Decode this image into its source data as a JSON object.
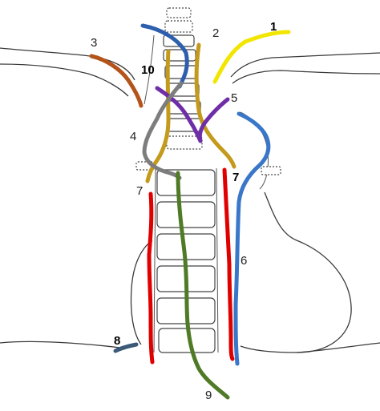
{
  "labels": {
    "l1": "1",
    "l2": "2",
    "l3": "3",
    "l4": "4",
    "l5": "5",
    "l6": "6",
    "l7_left": "7",
    "l7_right": "7",
    "l8": "8",
    "l9": "9",
    "l10": "10"
  },
  "colors": {
    "vessel_1": "#f2e600",
    "vessel_2": "#2d5fae",
    "vessel_3": "#b5541a",
    "vessel_4": "#7d7d7d",
    "vessel_5": "#6f2da8",
    "vessel_6": "#3a76c9",
    "vessel_7": "#e00000",
    "vessel_8": "#3c5a78",
    "vessel_9": "#4f7a26",
    "vessel_10": "#c39a1c"
  }
}
